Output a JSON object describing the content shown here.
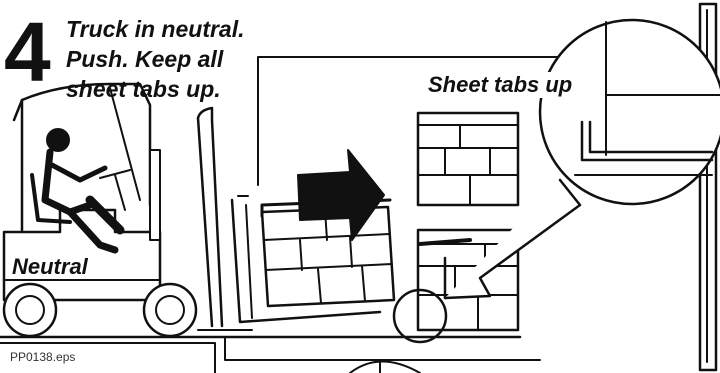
{
  "step": {
    "number": "4"
  },
  "instructions": {
    "line1": "Truck in neutral.",
    "line2": "Push. Keep all",
    "line3": "sheet tabs up."
  },
  "callout": {
    "label": "Sheet tabs up"
  },
  "truck": {
    "label": "Neutral"
  },
  "file": {
    "name": "PP0138.eps"
  },
  "colors": {
    "ink": "#111111",
    "paper": "#ffffff"
  }
}
